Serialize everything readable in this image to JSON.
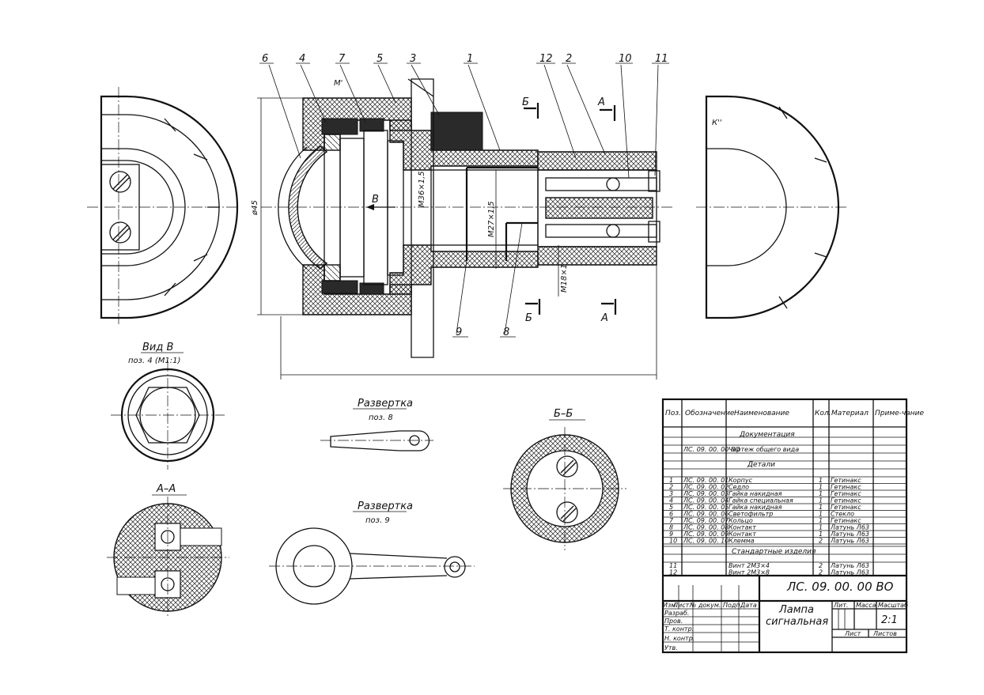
{
  "drawing": {
    "position_labels": [
      "6",
      "4",
      "7",
      "5",
      "3",
      "1",
      "12",
      "2",
      "10",
      "11"
    ],
    "lower_labels": [
      "9",
      "8"
    ],
    "letter_B": "В",
    "dim_diameter": "ø45",
    "dim_thread_1": "М36×1,5",
    "dim_thread_2": "М27×1,5",
    "dim_thread_3": "М18×1",
    "mark_m": "М'",
    "mark_k": "К''",
    "section_b_top": "Б",
    "section_a_top": "А",
    "section_b_bot": "Б",
    "section_a_bot": "А"
  },
  "views": {
    "vid_v_title": "Вид В",
    "vid_v_sub": "поз. 4 (М1:1)",
    "aa_title": "А–А",
    "bb_title": "Б–Б",
    "razv8_title": "Развертка",
    "razv8_sub": "поз. 8",
    "razv9_title": "Развертка",
    "razv9_sub": "поз. 9"
  },
  "spec": {
    "headers": [
      "Поз.",
      "Обозначение",
      "Наименование",
      "Кол.",
      "Материал",
      "Приме-чание"
    ],
    "section_docs": "Документация",
    "doc_row": {
      "code": "ЛС. 09. 00. 00 ВО",
      "name": "Чертеж общего вида"
    },
    "section_parts": "Детали",
    "rows": [
      {
        "pos": "1",
        "code": "ЛС. 09. 00. 01",
        "name": "Корпус",
        "qty": "1",
        "mat": "Гетинакс"
      },
      {
        "pos": "2",
        "code": "ЛС. 09. 00. 02",
        "name": "Седло",
        "qty": "1",
        "mat": "Гетинакс"
      },
      {
        "pos": "3",
        "code": "ЛС. 09. 00. 03",
        "name": "Гайка накидная",
        "qty": "1",
        "mat": "Гетинакс"
      },
      {
        "pos": "4",
        "code": "ЛС. 09. 00. 04",
        "name": "Гайка специальная",
        "qty": "1",
        "mat": "Гетинакс"
      },
      {
        "pos": "5",
        "code": "ЛС. 09. 00. 05",
        "name": "Гайка накидная",
        "qty": "1",
        "mat": "Гетинакс"
      },
      {
        "pos": "6",
        "code": "ЛС. 09. 00. 06",
        "name": "Светофильтр",
        "qty": "1",
        "mat": "Стекло"
      },
      {
        "pos": "7",
        "code": "ЛС. 09. 00. 07",
        "name": "Кольцо",
        "qty": "1",
        "mat": "Гетинакс"
      },
      {
        "pos": "8",
        "code": "ЛС. 09. 00. 08",
        "name": "Контакт",
        "qty": "1",
        "mat": "Латунь Л63"
      },
      {
        "pos": "9",
        "code": "ЛС. 09. 00. 09",
        "name": "Контакт",
        "qty": "1",
        "mat": "Латунь Л63"
      },
      {
        "pos": "10",
        "code": "ЛС. 09. 00. 10",
        "name": "Клемма",
        "qty": "2",
        "mat": "Латунь Л63"
      }
    ],
    "section_std": "Стандартные изделия",
    "std_rows": [
      {
        "pos": "11",
        "name": "Винт  2М3×4",
        "qty": "2",
        "mat": "Латунь Л63"
      },
      {
        "pos": "12",
        "name": "Винт  2М3×8",
        "qty": "2",
        "mat": "Латунь Л63"
      }
    ]
  },
  "title_block": {
    "code": "ЛС. 09. 00. 00 ВО",
    "name_line1": "Лампа",
    "name_line2": "сигнальная",
    "col_headers": [
      "Изм.",
      "Лист",
      "№ докум.",
      "Подп.",
      "Дата"
    ],
    "roles": [
      "Разраб.",
      "Пров.",
      "Т. контр.",
      "Н. контр.",
      "Утв."
    ],
    "lit_label": "Лит.",
    "mass_label": "Масса",
    "scale_label": "Масштаб",
    "scale": "2:1",
    "sheet_label": "Лист",
    "sheets_label": "Листов"
  }
}
